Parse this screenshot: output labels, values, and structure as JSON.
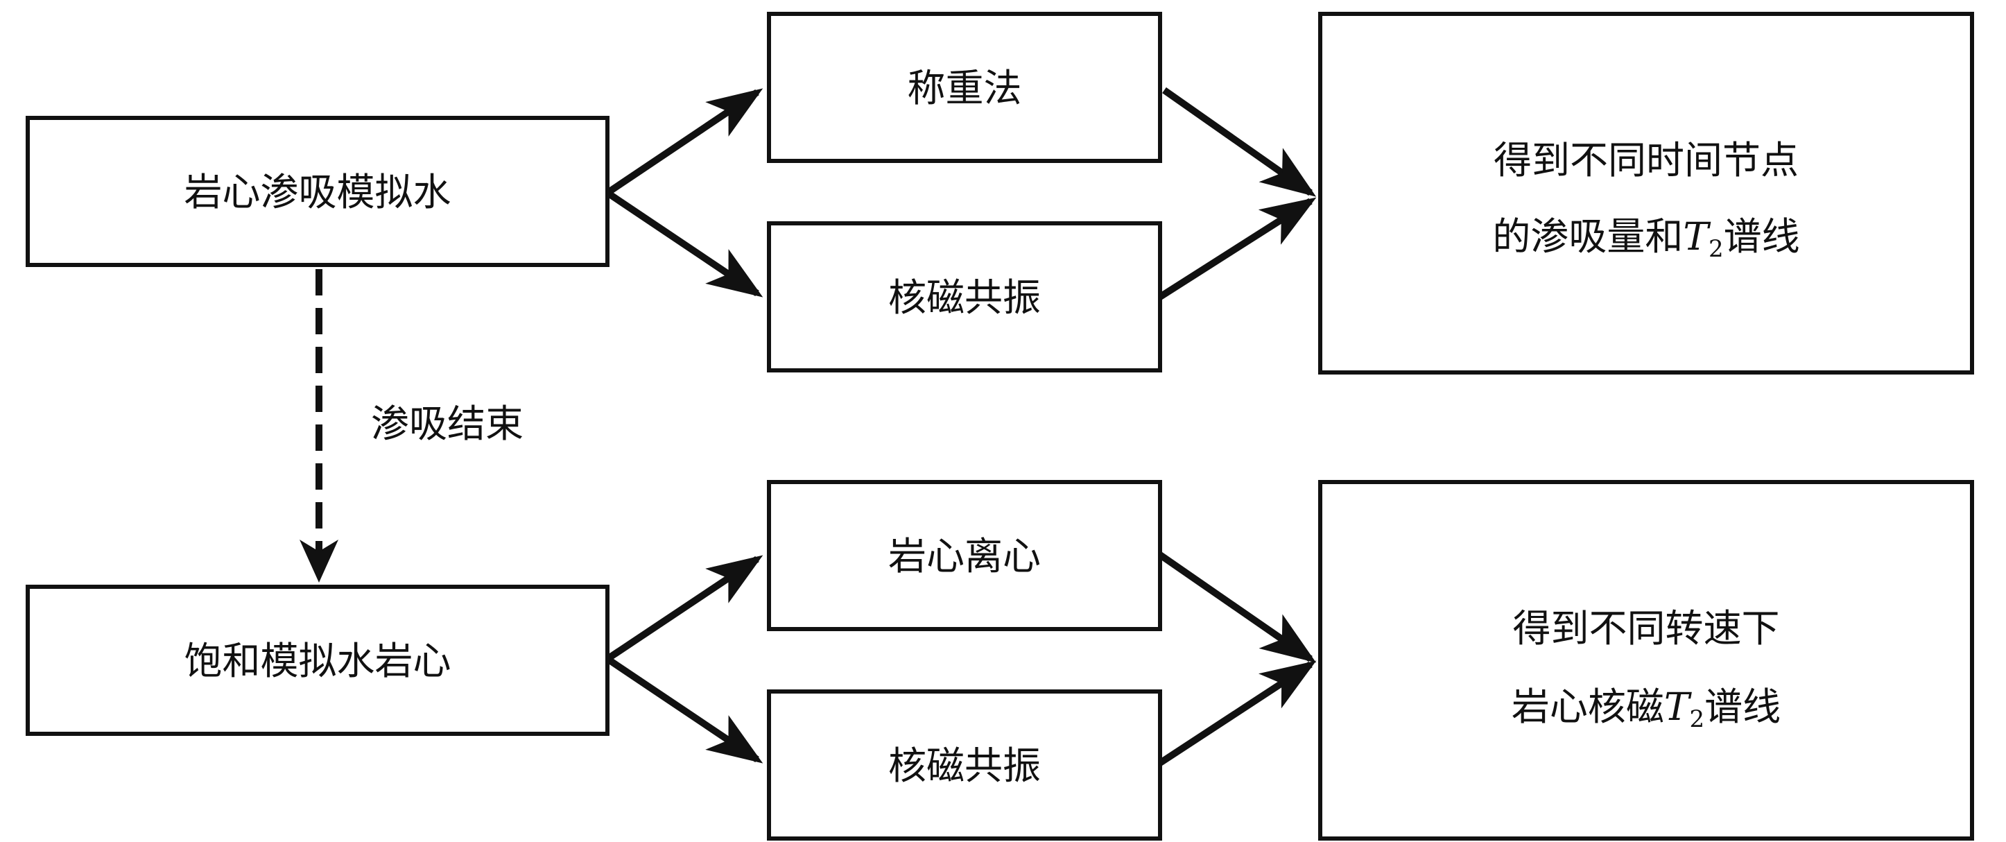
{
  "nodes": {
    "imbibition": "岩心渗吸模拟水",
    "weighing": "称重法",
    "nmr_top": "核磁共振",
    "result_top_line1": "得到不同时间节点",
    "result_top_line2_prefix": "的渗吸量和",
    "result_top_line2_suffix": "谱线",
    "saturated": "饱和模拟水岩心",
    "centrifuge": "岩心离心",
    "nmr_bottom": "核磁共振",
    "result_bottom_line1": "得到不同转速下",
    "result_bottom_line2_prefix": "岩心核磁",
    "result_bottom_line2_suffix": "谱线"
  },
  "symbols": {
    "t2_letter": "T",
    "t2_subscript": "2"
  },
  "edges": {
    "imbibition_end": "渗吸结束"
  }
}
